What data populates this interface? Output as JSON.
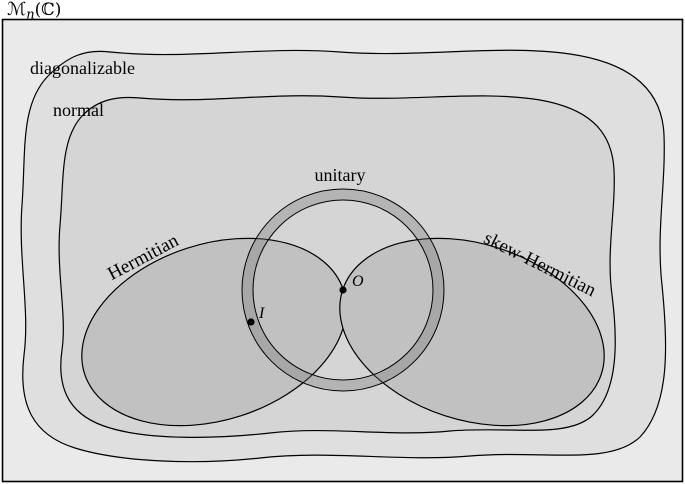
{
  "title": {
    "script_m": "ℳ",
    "subscript": "n",
    "rest": "(ℂ)"
  },
  "labels": {
    "diagonalizable": "diagonalizable",
    "normal": "normal",
    "hermitian": "Hermitian",
    "skew_hermitian": "skew-Hermitian",
    "unitary": "unitary",
    "point_identity": "I",
    "point_zero": "O"
  },
  "colors": {
    "ambient_fill": "#eaeaea",
    "diagonalizable_fill": "#dfdfdf",
    "normal_fill": "#d5d5d5",
    "ellipse_fill": "#c1c1c1",
    "ring_fill": "#6f6f6f",
    "stroke": "#000000"
  }
}
